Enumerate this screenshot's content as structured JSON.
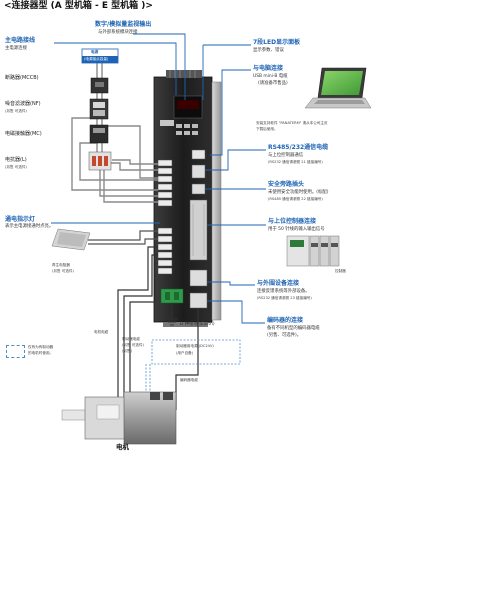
{
  "header": "<连接器型 (A 型机箱 - E 型机箱 )>",
  "power": {
    "title": "主电路接线",
    "sub": "主电源连接",
    "box_line1": "电源",
    "box_line2": "(电源接点容量)"
  },
  "left_items": {
    "mccb": "断路器(MCCB)",
    "nf": "噪音滤波器(NF)",
    "nf_sub": "(另售  可选件)",
    "mc": "电磁接触器(MC)",
    "reactor": "电抗器(L)",
    "reactor_sub": "(另售  可选件)",
    "led_title": "通电指示灯",
    "led_sub": "表示主电源接通时点亮。",
    "resistor": "再生电阻器",
    "resistor_sub": "(另售  可选件)"
  },
  "legend": {
    "line1": "仅有为有制动器",
    "line2": "的电机时使用。"
  },
  "top": {
    "analog_title": "数字/模拟量监视输出",
    "analog_sub": "与外部系统模块连接"
  },
  "right": {
    "led7_title": "7段LED显示面板",
    "led7_sub": "显示参数、错误",
    "pc_title": "与电脑连接",
    "pc_sub1": "USB mini-B 电缆",
    "pc_sub2": "(请准备市售品)",
    "soft_line1": "安装支持软件 \"PANATERM\" 请从本公司主页",
    "soft_line2": "下载后使用。",
    "rs_title": "RS485/232通信电缆",
    "rs_sub1": "与上位控制器通信",
    "rs_sub2": "(RS232 通信请参照 21 链接编号)",
    "safety_title": "安全旁路插头",
    "safety_sub1": "未使用安全功能时使用。(标配)",
    "safety_sub2": "(RS485 通信请参照 22 链接编号)",
    "host_title": "与上位控制器连接",
    "host_sub": "用于 50 针线的输入输出信号",
    "controller": "控制器",
    "ext_title": "与外围设备连接",
    "ext_sub1": "连接反馈系统等外部设备。",
    "ext_sub2": "(RS232 通信请参照 23 链接编号)",
    "enc_title": "编码器的连接",
    "enc_sub1": "备有不同机型的编码器电缆",
    "enc_sub2": "(另售、可选件)。"
  },
  "bottom": {
    "earth": "D 种接地 (Earth)",
    "motor_cable": "电机电缆",
    "brake_cable": "制动器电缆",
    "brake_cable_sub1": "(另售  可选件)",
    "brake_cable_sub2": "(另售)",
    "brake_power": "制动器用电源 (DC24V)",
    "brake_power_sub": "(用户自备)",
    "encoder_cable": "编码器电缆",
    "motor": "电机"
  }
}
